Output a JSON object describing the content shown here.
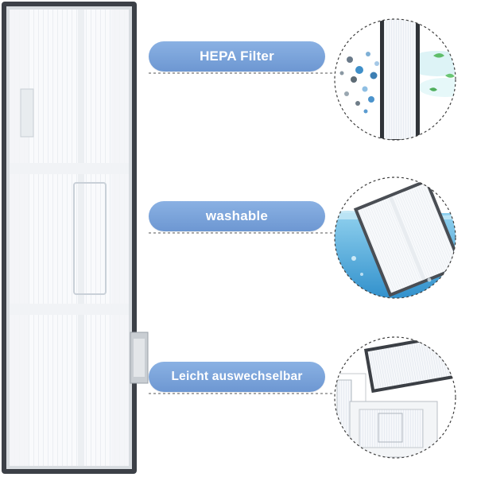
{
  "features": [
    {
      "label": "HEPA Filter",
      "icon": "hepa-filter-airflow-icon"
    },
    {
      "label": "washable",
      "icon": "filter-in-water-icon"
    },
    {
      "label": "Leicht auswechselbar",
      "icon": "filter-replacement-icon"
    }
  ],
  "colors": {
    "pill": "#7aa3da",
    "dashed_line": "#555555",
    "filter_frame": "#3e4248",
    "water": "#4aa6d8"
  }
}
